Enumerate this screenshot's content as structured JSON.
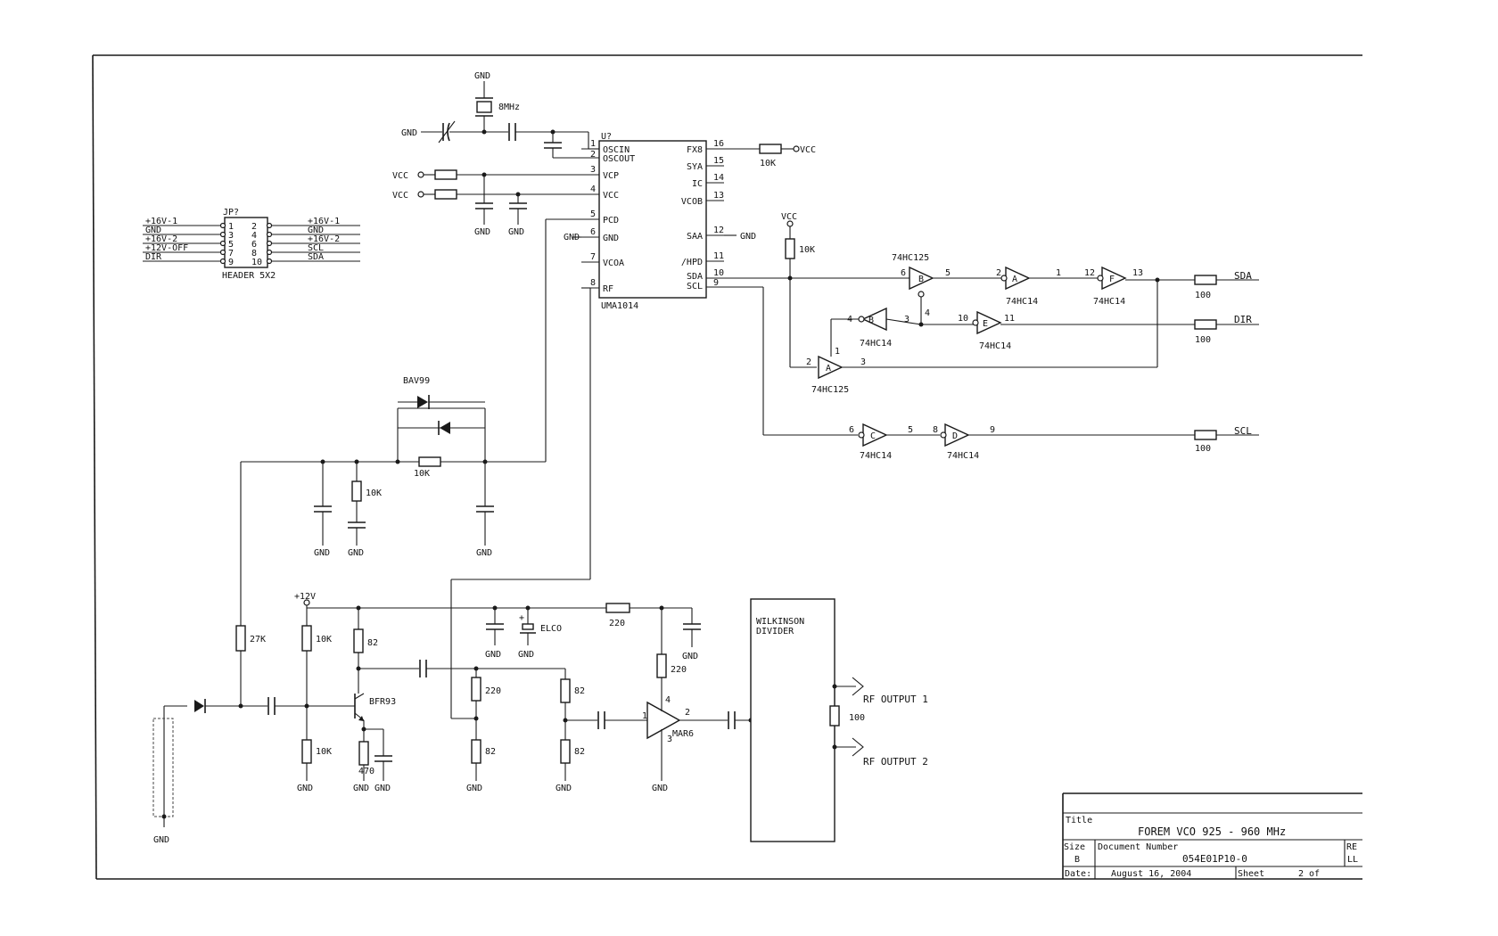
{
  "title_block": {
    "title_label": "Title",
    "title": "FOREM VCO 925 - 960 MHz",
    "size_label": "Size",
    "size": "B",
    "docnum_label": "Document Number",
    "docnum": "054E01P10-0",
    "rev_label": "RE",
    "rev": "LL",
    "date_label": "Date:",
    "date": "August 16, 2004",
    "sheet_label": "Sheet",
    "sheet": "2 of"
  },
  "header": {
    "ref": "JP?",
    "name": "HEADER 5X2",
    "left_labels": [
      "+16V-1",
      "GND",
      "+16V-2",
      "+12V-OFF",
      "DIR"
    ],
    "right_labels": [
      "+16V-1",
      "GND",
      "+16V-2",
      "SCL",
      "SDA"
    ],
    "left_pins": [
      "1",
      "3",
      "5",
      "7",
      "9"
    ],
    "right_pins": [
      "2",
      "4",
      "6",
      "8",
      "10"
    ]
  },
  "ic": {
    "ref": "U?",
    "name": "UMA1014",
    "left_pins": [
      {
        "num": "1",
        "name": "OSCIN"
      },
      {
        "num": "2",
        "name": "OSCOUT"
      },
      {
        "num": "3",
        "name": "VCP"
      },
      {
        "num": "4",
        "name": "VCC"
      },
      {
        "num": "5",
        "name": "PCD"
      },
      {
        "num": "6",
        "name": "GND"
      },
      {
        "num": "7",
        "name": "VCOA"
      },
      {
        "num": "8",
        "name": "RF"
      }
    ],
    "right_pins": [
      {
        "num": "16",
        "name": "FX8"
      },
      {
        "num": "15",
        "name": "SYA"
      },
      {
        "num": "14",
        "name": "IC"
      },
      {
        "num": "13",
        "name": "VCOB"
      },
      {
        "num": "12",
        "name": "SAA"
      },
      {
        "num": "11",
        "name": "/HPD"
      },
      {
        "num": "10",
        "name": "SDA"
      },
      {
        "num": "9",
        "name": "SCL"
      }
    ]
  },
  "nets": {
    "gnd": "GND",
    "vcc": "VCC",
    "v12": "+12V",
    "sda": "SDA",
    "dir": "DIR",
    "scl": "SCL",
    "rf_out1": "RF OUTPUT 1",
    "rf_out2": "RF OUTPUT 2"
  },
  "parts": {
    "crystal": "8MHz",
    "r_fx8": "10K",
    "r_pullup": "10K",
    "r_sda": "100",
    "r_dir": "100",
    "r_scl": "100",
    "diode": "BAV99",
    "r_loop": "10K",
    "r_loop_series": "10K",
    "r_27k": "27K",
    "r_bias_top": "10K",
    "r_bias_bot": "10K",
    "r_coll": "82",
    "r_emit": "470",
    "transistor": "BFR93",
    "elco": "ELCO",
    "r_220_feed": "220",
    "r_att_shunt1": "220",
    "r_att_shunt2": "82",
    "r_att_series": "82",
    "r_att_shunt3": "82",
    "r_mar_bias": "220",
    "amp": "MAR6",
    "amp_pins": [
      "1",
      "2",
      "3",
      "4"
    ],
    "divider_line1": "WILKINSON",
    "divider_line2": "DIVIDER",
    "r_divider": "100"
  },
  "logic": {
    "hc14": "74HC14",
    "hc125": "74HC125",
    "gates": [
      {
        "id": "B",
        "type": "74HC125",
        "in": "6",
        "out": "5",
        "oe": "4"
      },
      {
        "id": "A",
        "type": "74HC14",
        "in": "2",
        "out": "1"
      },
      {
        "id": "F",
        "type": "74HC14",
        "in": "12",
        "out": "13"
      },
      {
        "id": "B",
        "type": "74HC14",
        "in": "3",
        "out": "4"
      },
      {
        "id": "E",
        "type": "74HC14",
        "in": "10",
        "out": "11"
      },
      {
        "id": "A",
        "type": "74HC125",
        "in": "2",
        "out": "3",
        "oe": "1"
      },
      {
        "id": "C",
        "type": "74HC14",
        "in": "6",
        "out": "5"
      },
      {
        "id": "D",
        "type": "74HC14",
        "in": "8",
        "out": "9"
      }
    ]
  }
}
